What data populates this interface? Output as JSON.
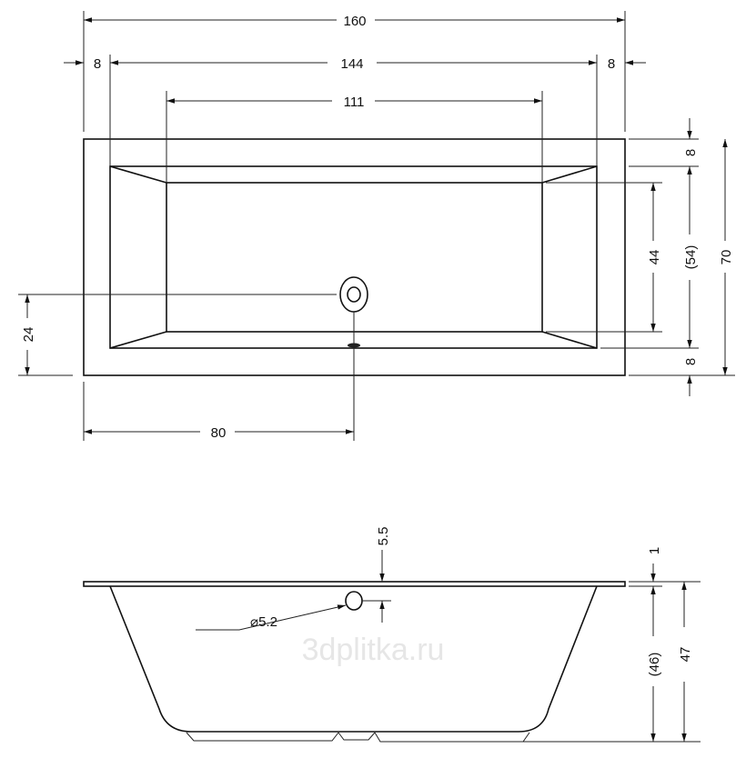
{
  "top_view": {
    "dims": {
      "overall_length": "160",
      "inner_length": "144",
      "left_rim": "8",
      "right_rim": "8",
      "floor_length": "111",
      "top_rim": "8",
      "bottom_rim": "8",
      "floor_width": "44",
      "inner_width": "(54)",
      "overall_width": "70",
      "drain_offset_y": "24",
      "drain_offset_x": "80"
    }
  },
  "side_view": {
    "dims": {
      "overflow_from_rim": "5.5",
      "overflow_diameter": "⌀5.2",
      "rim_thickness": "1",
      "inner_depth": "(46)",
      "overall_height": "47"
    }
  },
  "watermark": "3dplitka.ru"
}
